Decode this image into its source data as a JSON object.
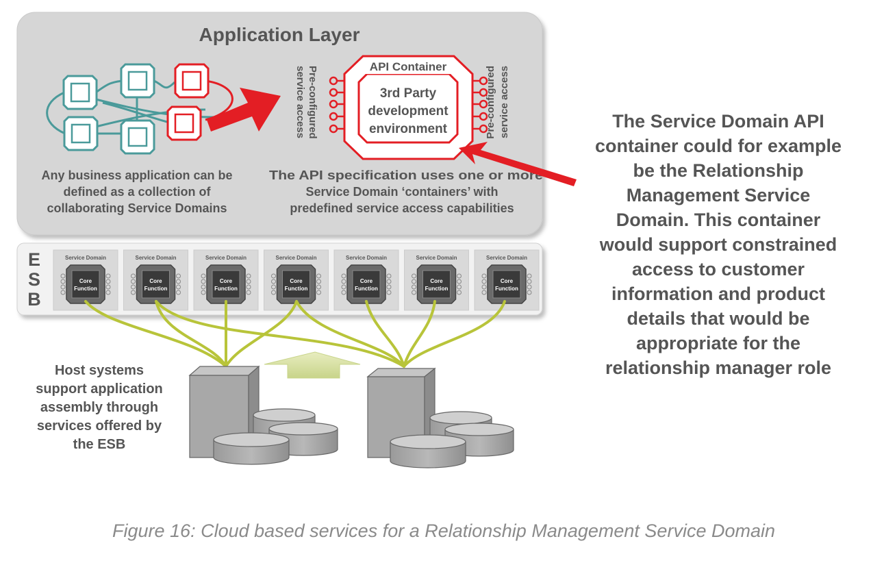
{
  "app_layer": {
    "title": "Application Layer",
    "left_caption": [
      "Any business application can be",
      "defined as a collection of",
      "collaborating Service Domains"
    ],
    "right_caption": [
      "The API specification uses one or more",
      "Service Domain ‘containers’ with",
      "predefined service access capabilities"
    ],
    "access_label_left": [
      "Pre-configured",
      "service access"
    ],
    "access_label_right": [
      "Pre-configured",
      "service access"
    ],
    "api_container_title": "API Container",
    "api_container_body": [
      "3rd Party",
      "development",
      "environment"
    ]
  },
  "esb": {
    "letters": [
      "E",
      "S",
      "B"
    ],
    "domain_label": "Service Domain",
    "core_label": [
      "Core",
      "Function"
    ],
    "domain_count": 7
  },
  "host": {
    "caption": [
      "Host systems",
      "support application",
      "assembly through",
      "services offered by",
      "the ESB"
    ]
  },
  "callout": {
    "lines": [
      "The Service Domain API",
      "container could for example",
      "be the Relationship",
      "Management Service",
      "Domain. This container",
      "would support constrained",
      "access to customer",
      "information and product",
      "details that would be",
      "appropriate for the",
      "relationship manager role"
    ]
  },
  "figure_caption": "Figure 16: Cloud based services for a Relationship Management Service Domain",
  "colors": {
    "teal": "#4a9a9a",
    "red": "#e31e24",
    "lime": "#b8c43a",
    "panel": "#d6d6d6",
    "text": "#555555"
  }
}
